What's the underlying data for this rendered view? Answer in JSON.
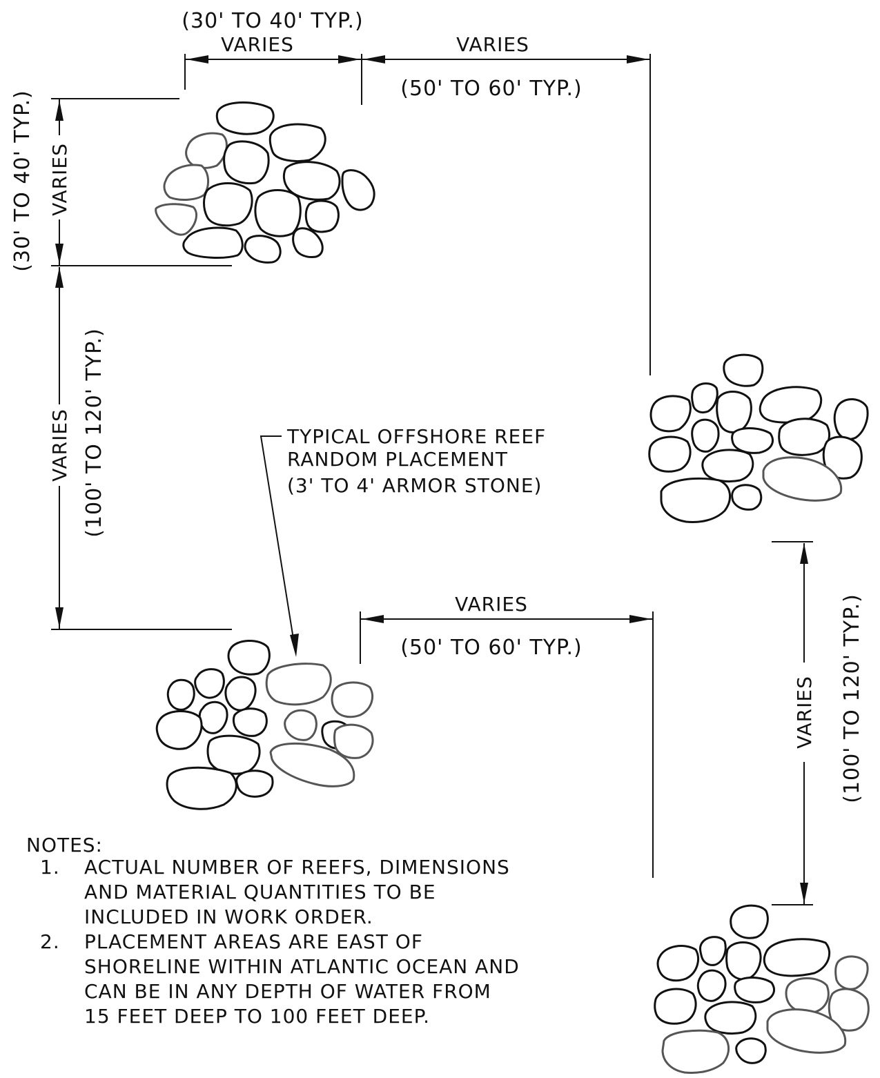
{
  "dimensions": {
    "top_reef_width": {
      "label": "VARIES",
      "typ": "(30' TO 40' TYP.)"
    },
    "top_reef_height": {
      "label": "VARIES",
      "typ": "(30' TO 40' TYP.)"
    },
    "top_spacing_horizontal": {
      "label": "VARIES",
      "typ": "(50' TO 60' TYP.)"
    },
    "left_spacing_vertical": {
      "label": "VARIES",
      "typ": "(100' TO 120' TYP.)"
    },
    "bottom_spacing_horizontal": {
      "label": "VARIES",
      "typ": "(50' TO 60' TYP.)"
    },
    "right_spacing_vertical": {
      "label": "VARIES",
      "typ": "(100' TO 120' TYP.)"
    }
  },
  "callout": {
    "line1": "TYPICAL OFFSHORE REEF",
    "line2": "RANDOM PLACEMENT",
    "line3": "(3' TO 4' ARMOR STONE)"
  },
  "notes": {
    "heading": "NOTES:",
    "items": [
      {
        "num": "1.",
        "lines": [
          "ACTUAL NUMBER OF REEFS, DIMENSIONS",
          "AND MATERIAL QUANTITIES TO BE",
          "INCLUDED IN WORK ORDER."
        ]
      },
      {
        "num": "2.",
        "lines": [
          "PLACEMENT AREAS ARE EAST OF",
          "SHORELINE WITHIN ATLANTIC OCEAN AND",
          "CAN BE IN ANY DEPTH OF WATER FROM",
          "15 FEET DEEP TO 100 FEET DEEP."
        ]
      }
    ]
  },
  "reefs": [
    {
      "name": "reef-top-left"
    },
    {
      "name": "reef-right-upper"
    },
    {
      "name": "reef-bottom-left"
    },
    {
      "name": "reef-right-lower"
    }
  ]
}
